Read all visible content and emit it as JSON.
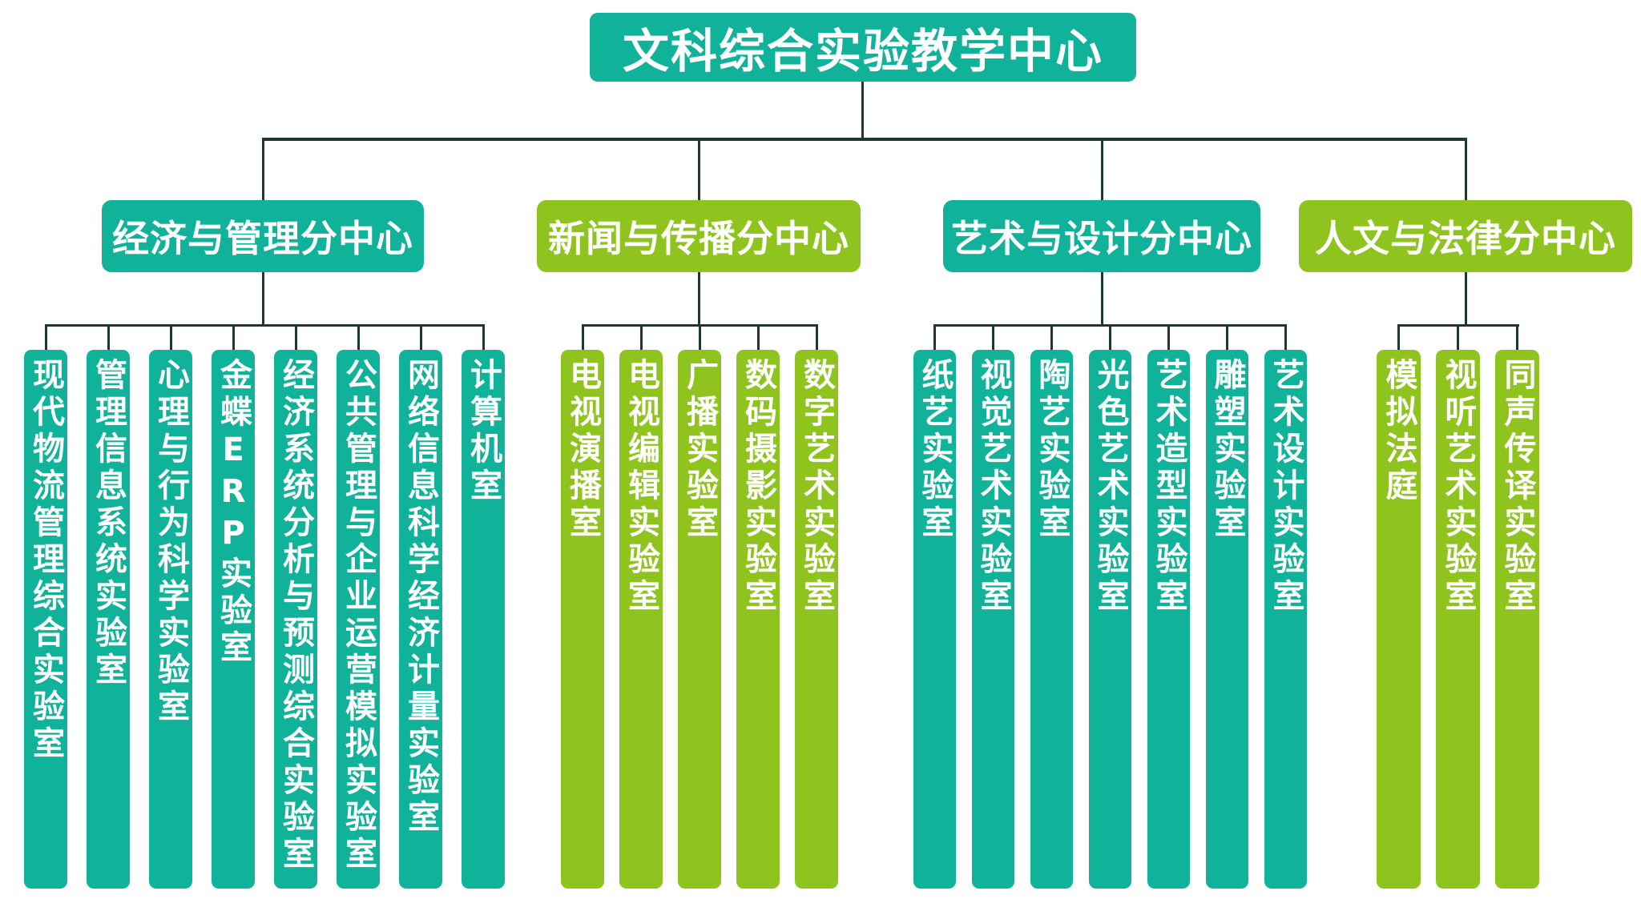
{
  "title": "文科综合实验教学中心",
  "colors": {
    "teal": "#10b29a",
    "green": "#8fc31e",
    "line": "#1e3833",
    "text_on_box": "#ffffff",
    "background": "#ffffff"
  },
  "groups": [
    {
      "name": "经济与管理分中心",
      "color": "teal",
      "labs": [
        "现代物流管理综合实验室",
        "管理信息系统实验室",
        "心理与行为科学实验室",
        "金蝶ERP实验室",
        "经济系统分析与预测综合实验室",
        "公共管理与企业运营模拟实验室",
        "网络信息科学经济计量实验室",
        "计算机室"
      ]
    },
    {
      "name": "新闻与传播分中心",
      "color": "green",
      "labs": [
        "电视演播室",
        "电视编辑实验室",
        "广播实验室",
        "数码摄影实验室",
        "数字艺术实验室"
      ]
    },
    {
      "name": "艺术与设计分中心",
      "color": "teal",
      "labs": [
        "纸艺实验室",
        "视觉艺术实验室",
        "陶艺实验室",
        "光色艺术实验室",
        "艺术造型实验室",
        "雕塑实验室",
        "艺术设计实验室"
      ]
    },
    {
      "name": "人文与法律分中心",
      "color": "green",
      "labs": [
        "模拟法庭",
        "视听艺术实验室",
        "同声传译实验室"
      ]
    }
  ]
}
